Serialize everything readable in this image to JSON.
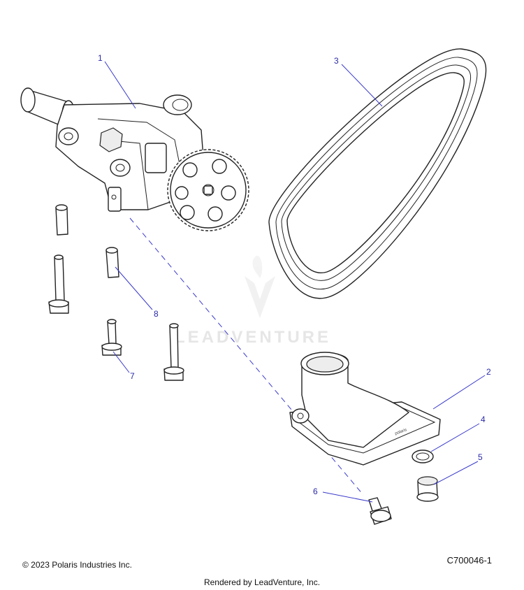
{
  "callouts": [
    "1",
    "2",
    "3",
    "4",
    "5",
    "6",
    "7",
    "8"
  ],
  "watermark": "LEADVENTURE",
  "part_stamp": "polaris",
  "copyright": "© 2023 Polaris Industries Inc.",
  "figure_id": "C700046-1",
  "rendered_by": "Rendered by LeadVenture, Inc.",
  "colors": {
    "callout": "#2a2aa8",
    "outline": "#222222"
  }
}
